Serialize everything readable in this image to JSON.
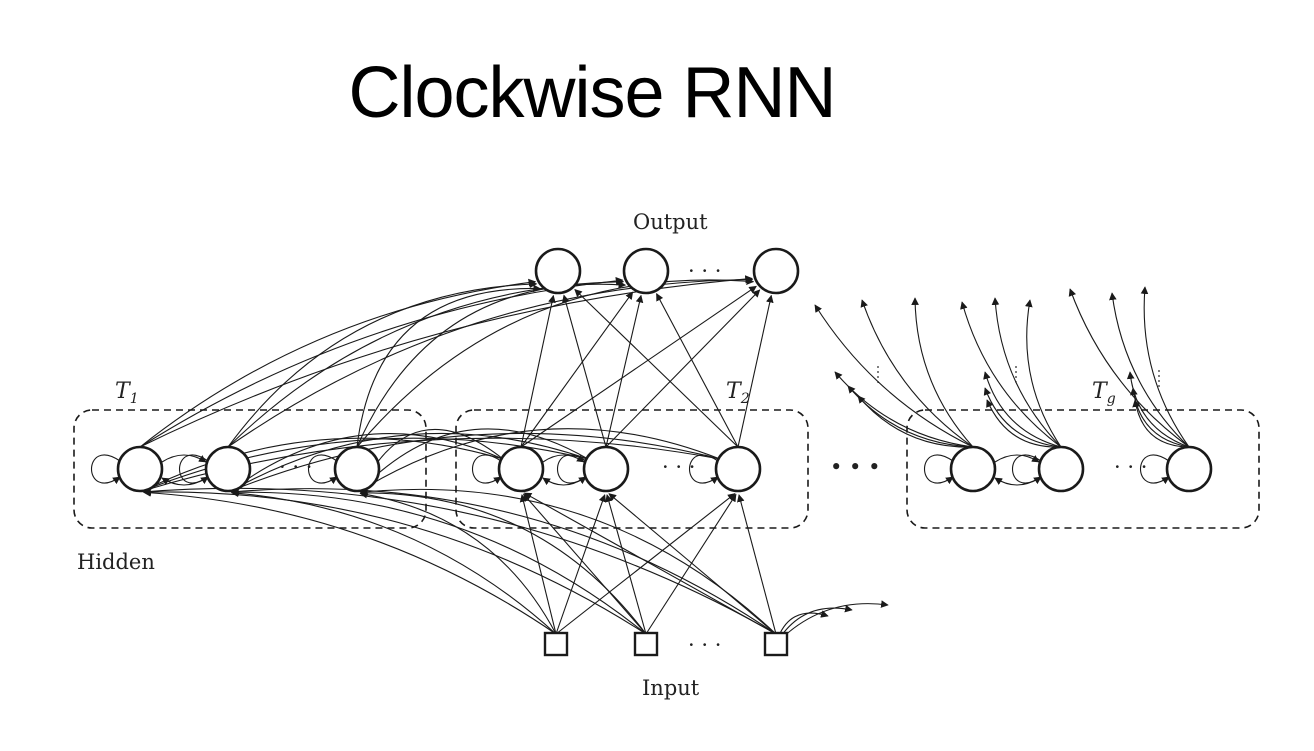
{
  "slide": {
    "title": "Clockwise RNN"
  },
  "diagram": {
    "labels": {
      "output": "Output",
      "input": "Input",
      "hidden": "Hidden",
      "modules": [
        {
          "name": "T",
          "subscript": "1"
        },
        {
          "name": "T",
          "subscript": "2"
        },
        {
          "name": "T",
          "subscript": "g"
        }
      ]
    },
    "ellipsis": "· · ·",
    "module_ellipsis": "• • •",
    "colors": {
      "stroke": "#1a1a1a",
      "background": "#ffffff"
    }
  }
}
